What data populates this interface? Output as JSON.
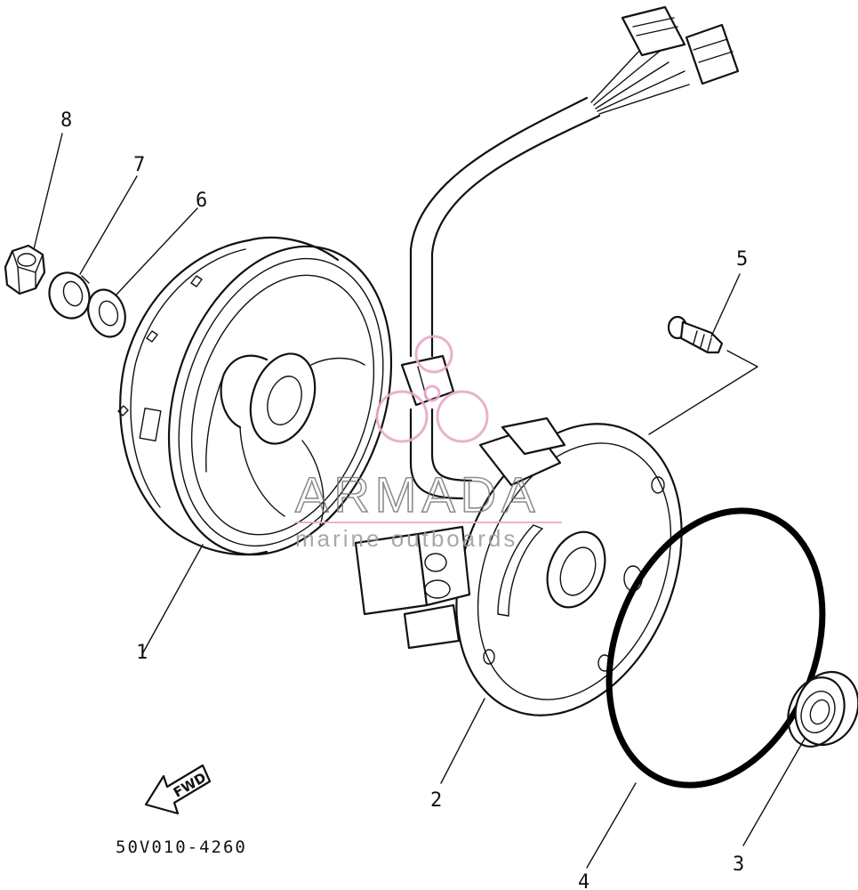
{
  "diagram": {
    "reference_code": "50V010-4260",
    "direction_label": "FWD",
    "callouts": [
      {
        "id": "1",
        "label": "1"
      },
      {
        "id": "2",
        "label": "2"
      },
      {
        "id": "3",
        "label": "3"
      },
      {
        "id": "4",
        "label": "4"
      },
      {
        "id": "5",
        "label": "5"
      },
      {
        "id": "6",
        "label": "6"
      },
      {
        "id": "7",
        "label": "7"
      },
      {
        "id": "8",
        "label": "8"
      }
    ]
  },
  "watermark": {
    "brand": "ARMADA",
    "tagline": "marine outboards",
    "color": "#e8a9c9"
  }
}
